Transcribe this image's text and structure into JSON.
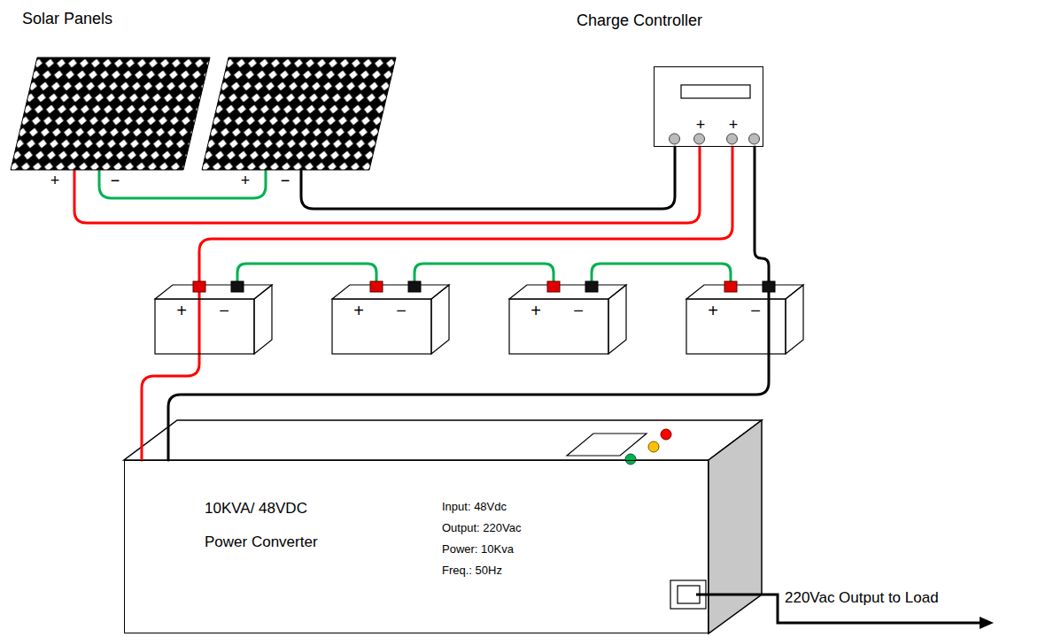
{
  "diagram": {
    "nodes": [
      {
        "text": [
          "+",
          "−"
        ]
      },
      {
        "text": [
          "+",
          "−"
        ]
      },
      {
        "text": [
          "Charge Controller",
          "+",
          "+"
        ]
      },
      {
        "text": [
          "+",
          "−"
        ]
      },
      {
        "text": [
          "+",
          "−"
        ]
      },
      {
        "text": [
          "+",
          "−"
        ]
      },
      {
        "text": [
          "+",
          "−"
        ]
      },
      {
        "text": [
          "10KVA/ 48VDC",
          "Power Converter",
          "Input: 48Vdc",
          "Output: 220Vac",
          "Power: 10Kva",
          "Freq.: 50Hz"
        ]
      }
    ],
    "edges": [
      {
        "from": 0,
        "to": 1,
        "arrow": "none"
      },
      {
        "from": 0,
        "to": 2,
        "arrow": "none"
      },
      {
        "from": 1,
        "to": 2,
        "arrow": "none"
      },
      {
        "from": 2,
        "to": 3,
        "arrow": "none"
      },
      {
        "from": 2,
        "to": 6,
        "arrow": "none"
      },
      {
        "from": 3,
        "to": 4,
        "arrow": "none"
      },
      {
        "from": 4,
        "to": 5,
        "arrow": "none"
      },
      {
        "from": 5,
        "to": 6,
        "arrow": "none"
      },
      {
        "from": 3,
        "to": 7,
        "arrow": "none"
      },
      {
        "from": 6,
        "to": 7,
        "arrow": "none"
      }
    ],
    "labels": [
      "Solar Panels",
      "220Vac Output to Load"
    ]
  }
}
